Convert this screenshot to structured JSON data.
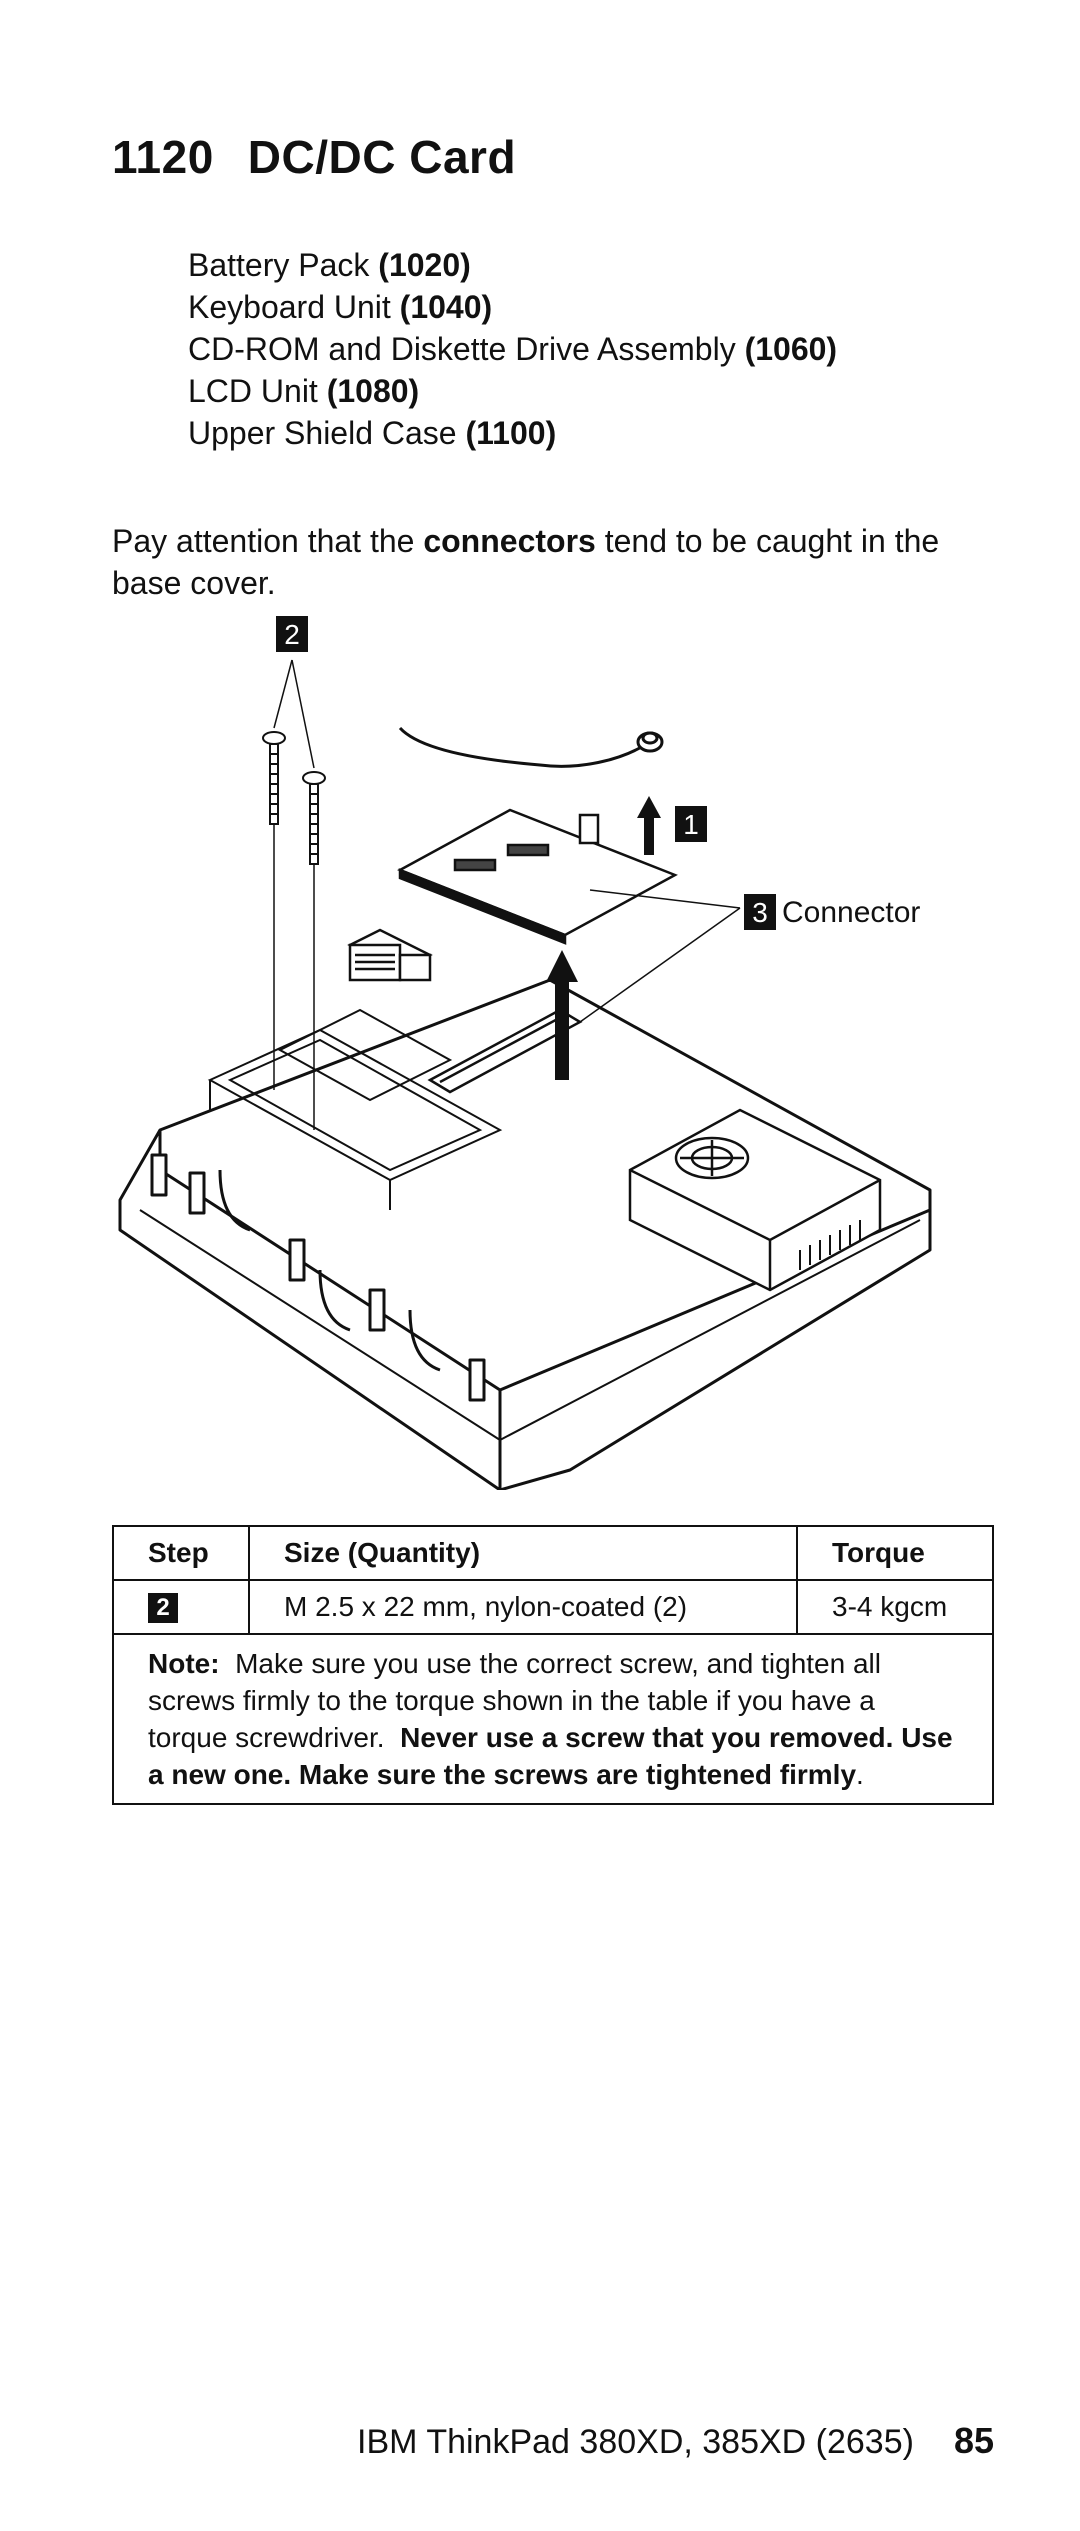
{
  "title": {
    "number": "1120",
    "text": "DC/DC Card"
  },
  "prerequisites": [
    {
      "label": "Battery Pack",
      "ref": "(1020)"
    },
    {
      "label": "Keyboard Unit",
      "ref": "(1040)"
    },
    {
      "label": "CD-ROM and Diskette Drive Assembly",
      "ref": "(1060)"
    },
    {
      "label": "LCD Unit",
      "ref": "(1080)"
    },
    {
      "label": "Upper Shield Case",
      "ref": "(1100)"
    }
  ],
  "intro": {
    "before": "Pay attention that the ",
    "bold": "connectors",
    "after": " tend to be caught in the base cover."
  },
  "figure": {
    "callout_1": "1",
    "callout_2": "2",
    "callout_3": "3",
    "connector_label": "Connector"
  },
  "table": {
    "headers": [
      "Step",
      "Size (Quantity)",
      "Torque"
    ],
    "row": {
      "step": "2",
      "size": "M 2.5 x 22 mm, nylon-coated (2)",
      "torque": "3-4 kgcm"
    },
    "note": {
      "label": "Note:",
      "text": "Make sure you use the correct screw, and tighten all screws firmly to the torque shown in the table if you have a torque screwdriver.",
      "bold": "Never use a screw that you removed. Use a new one. Make sure the screws are tightened firmly",
      "end": "."
    }
  },
  "footer": {
    "text": "IBM ThinkPad 380XD, 385XD (2635)",
    "page": "85"
  }
}
